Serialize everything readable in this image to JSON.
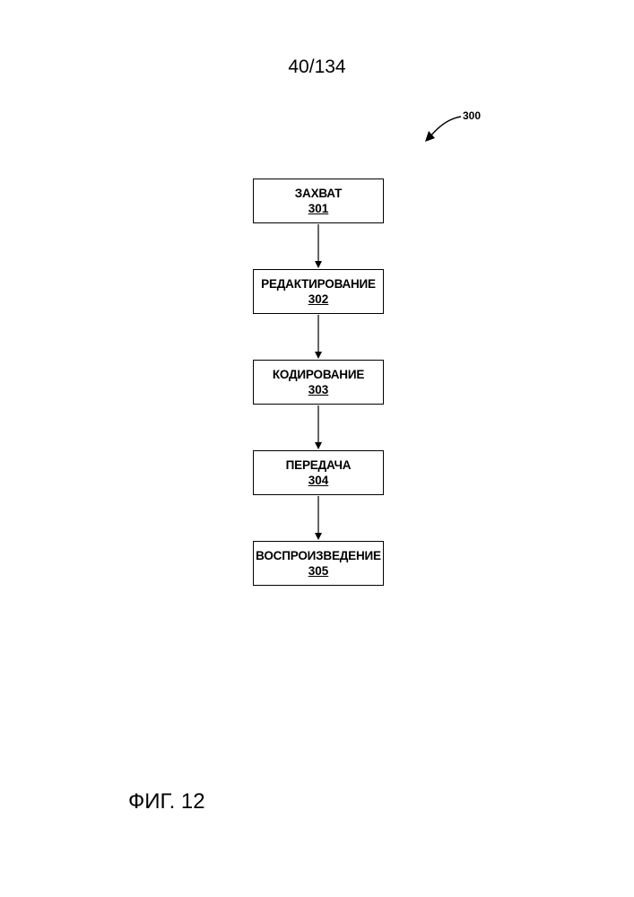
{
  "page_number": "40/134",
  "reference": "300",
  "steps": [
    {
      "label": "ЗАХВАТ",
      "number": "301"
    },
    {
      "label": "РЕДАКТИРОВАНИЕ",
      "number": "302"
    },
    {
      "label": "КОДИРОВАНИЕ",
      "number": "303"
    },
    {
      "label": "ПЕРЕДАЧА",
      "number": "304"
    },
    {
      "label": "ВОСПРОИЗВЕДЕНИЕ",
      "number": "305"
    }
  ],
  "figure_caption": "ФИГ. 12"
}
